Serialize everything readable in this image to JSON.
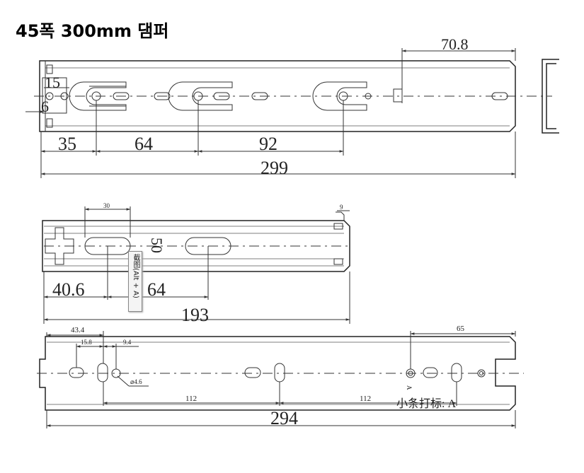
{
  "title": "45폭 300mm 댐퍼",
  "view1": {
    "dim_15": "15",
    "dim_6": "6",
    "dim_35": "35",
    "dim_64": "64",
    "dim_92": "92",
    "dim_299": "299",
    "dim_70_8": "70.8"
  },
  "view2": {
    "dim_30": "30",
    "dim_9": "9",
    "dim_50": "50",
    "dim_40_6": "40.6",
    "dim_64": "64",
    "dim_193": "193",
    "tooltip": "截图(Alt + A)"
  },
  "view3": {
    "dim_43_4": "43.4",
    "dim_15_8": "15.8",
    "dim_9_4": "9.4",
    "dim_dia_4_6": "⌀4.6",
    "dim_65": "65",
    "dim_112_left": "112",
    "dim_112_right": "112",
    "dim_294": "294",
    "note": "小条打标: A",
    "mark_a": "A"
  }
}
